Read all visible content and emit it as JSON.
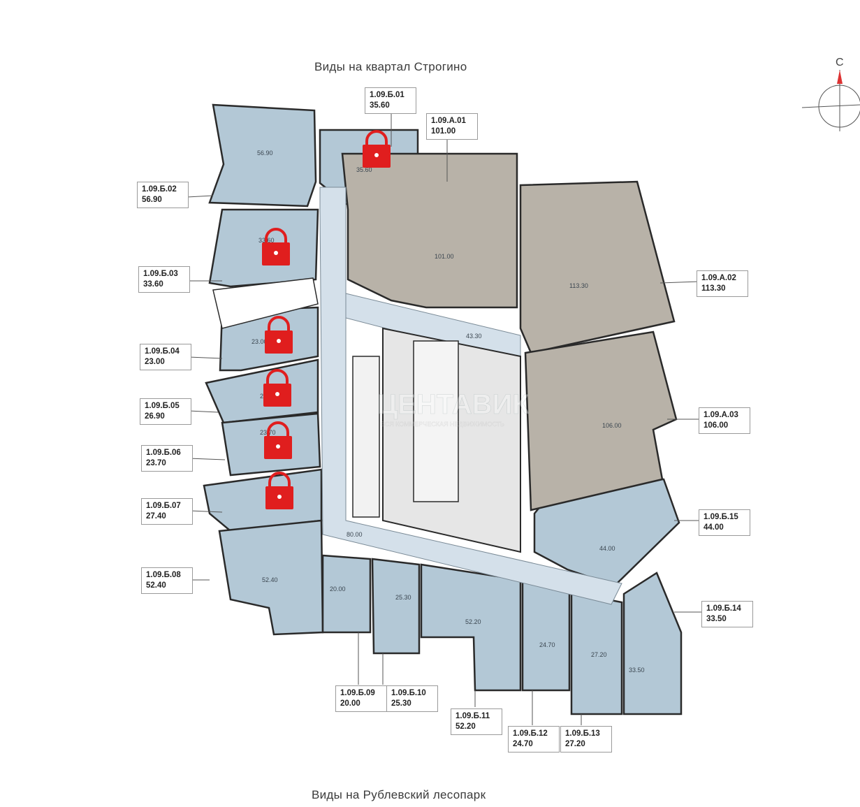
{
  "views": {
    "top": "Виды на квартал Строгино",
    "bottom": "Виды на Рублевский лесопарк"
  },
  "compass": {
    "north_letter": "С"
  },
  "watermark": {
    "brand": "ЦЕНТАВИК",
    "tagline": "ВСЯ КОММЕРЧЕСКАЯ НЕДВИЖИМОСТЬ"
  },
  "colors": {
    "free": "#b3c8d6",
    "rented": "#b8b2a8",
    "corridor": "#d4e0ea",
    "core": "#e6e6e6",
    "lock": "#e01e1e",
    "wall": "#2a2a2a"
  },
  "units": [
    {
      "id": "1.09.Б.01",
      "area": "35.60",
      "locked": true
    },
    {
      "id": "1.09.А.01",
      "area": "101.00",
      "locked": false
    },
    {
      "id": "1.09.Б.02",
      "area": "56.90",
      "locked": false
    },
    {
      "id": "1.09.Б.03",
      "area": "33.60",
      "locked": true
    },
    {
      "id": "1.09.А.02",
      "area": "113.30",
      "locked": false
    },
    {
      "id": "1.09.Б.04",
      "area": "23.00",
      "locked": true
    },
    {
      "id": "1.09.Б.05",
      "area": "26.90",
      "locked": true
    },
    {
      "id": "1.09.А.03",
      "area": "106.00",
      "locked": false
    },
    {
      "id": "1.09.Б.06",
      "area": "23.70",
      "locked": true
    },
    {
      "id": "1.09.Б.07",
      "area": "27.40",
      "locked": true
    },
    {
      "id": "1.09.Б.15",
      "area": "44.00",
      "locked": false
    },
    {
      "id": "1.09.Б.08",
      "area": "52.40",
      "locked": false
    },
    {
      "id": "1.09.Б.14",
      "area": "33.50",
      "locked": false
    },
    {
      "id": "1.09.Б.09",
      "area": "20.00",
      "locked": false
    },
    {
      "id": "1.09.Б.10",
      "area": "25.30",
      "locked": false
    },
    {
      "id": "1.09.Б.11",
      "area": "52.20",
      "locked": false
    },
    {
      "id": "1.09.Б.12",
      "area": "24.70",
      "locked": false
    },
    {
      "id": "1.09.Б.13",
      "area": "27.20",
      "locked": false
    }
  ],
  "plan_areas": {
    "b02": "56.90",
    "b01": "35.60",
    "a01": "101.00",
    "b03": "33.60",
    "a02": "113.30",
    "hall": "43.30",
    "b04": "23.00",
    "b05": "26.90",
    "a03": "106.00",
    "b06": "23.70",
    "b15": "44.00",
    "corridor": "80.00",
    "b08": "52.40",
    "b09": "20.00",
    "b10": "25.30",
    "b11": "52.20",
    "b12": "24.70",
    "b13": "27.20",
    "b14": "33.50"
  }
}
